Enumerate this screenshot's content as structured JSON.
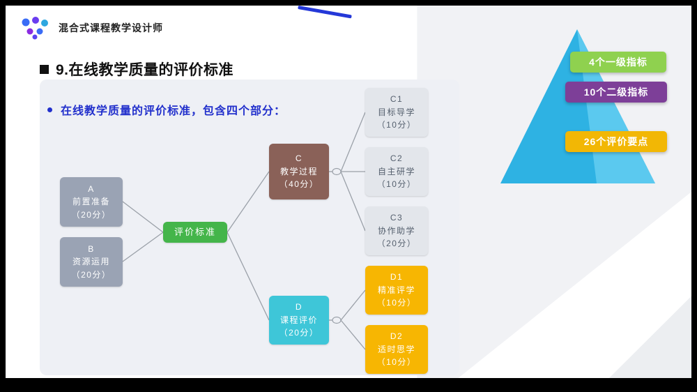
{
  "header": {
    "brand": "混合式课程教学设计师"
  },
  "title": {
    "text": "9.在线教学质量的评价标准"
  },
  "intro": {
    "text": "在线教学质量的评价标准，包含四个部分："
  },
  "mindmap": {
    "center": "评价标准",
    "a": {
      "code": "A",
      "name": "前置准备",
      "score": "（20分）"
    },
    "b": {
      "code": "B",
      "name": "资源运用",
      "score": "（20分）"
    },
    "c": {
      "code": "C",
      "name": "教学过程",
      "score": "（40分）"
    },
    "c1": {
      "code": "C1",
      "name": "目标导学",
      "score": "（10分）"
    },
    "c2": {
      "code": "C2",
      "name": "自主研学",
      "score": "（10分）"
    },
    "c3": {
      "code": "C3",
      "name": "协作助学",
      "score": "（20分）"
    },
    "d": {
      "code": "D",
      "name": "课程评价",
      "score": "（20分）"
    },
    "d1": {
      "code": "D1",
      "name": "精准评学",
      "score": "（10分）"
    },
    "d2": {
      "code": "D2",
      "name": "适时思学",
      "score": "（10分）"
    }
  },
  "pyramid": {
    "level1": "4个一级指标",
    "level2": "10个二级指标",
    "level3": "26个评价要点"
  },
  "colors": {
    "accent_blue_text": "#2230cc",
    "node_gray": "#9aa3b4",
    "node_green": "#44b54a",
    "node_brown": "#8a6158",
    "node_cyan": "#3ec6d8",
    "node_light": "#e3e6eb",
    "node_yellow": "#f7b602",
    "pyramid_blue": "#2eb2e3",
    "label_green": "#8fd14f",
    "label_purple": "#7d3f98",
    "label_yellow": "#f2b705"
  }
}
